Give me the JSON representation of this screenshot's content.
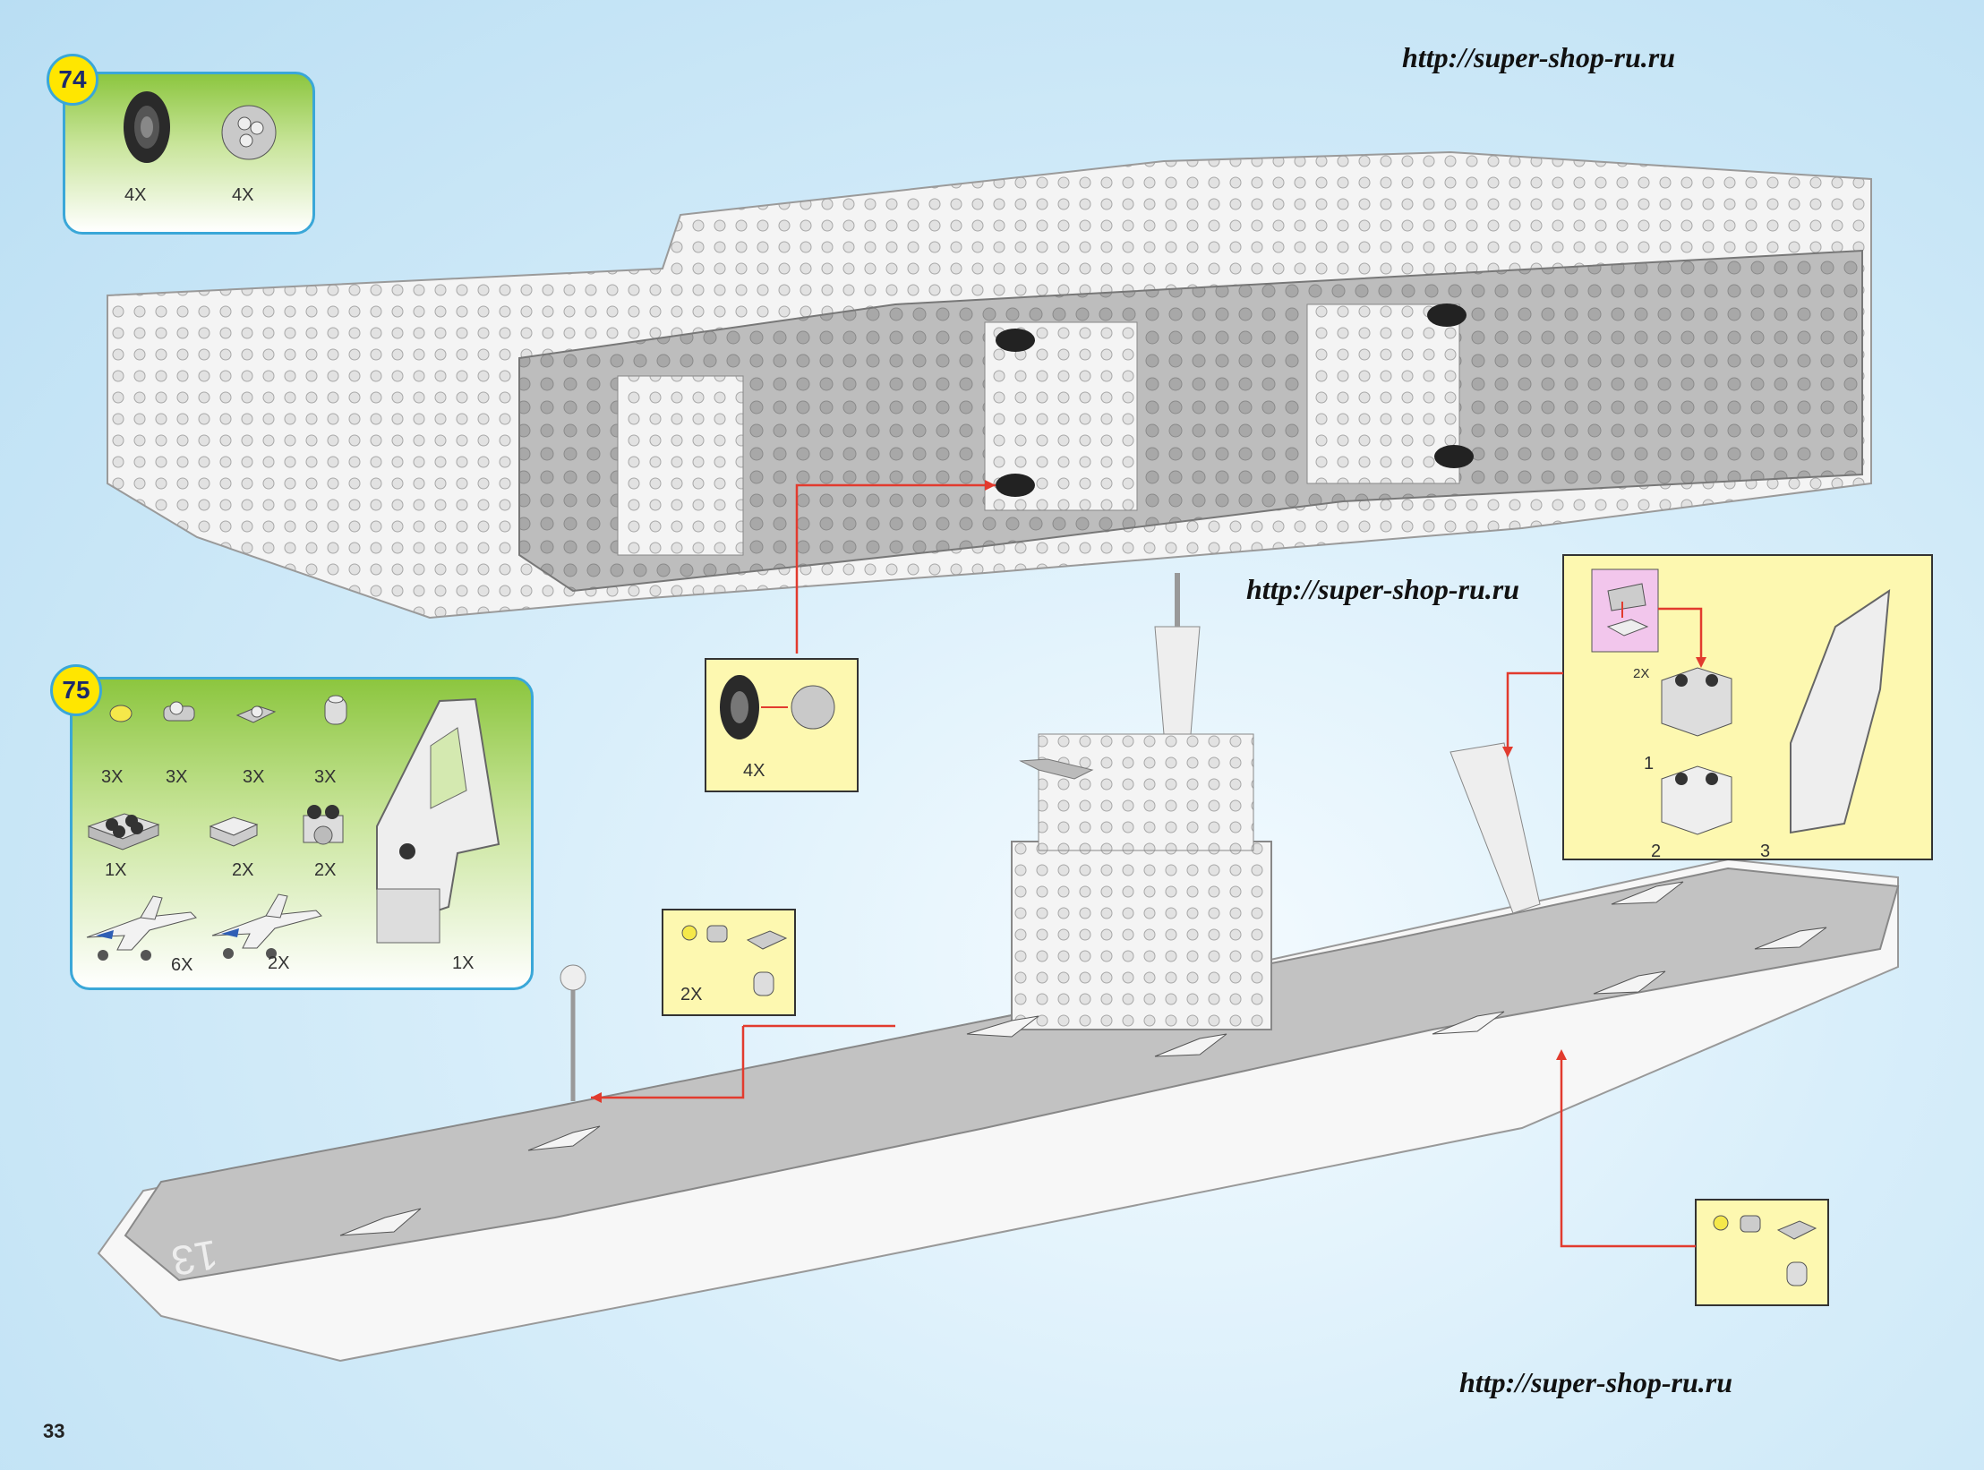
{
  "page_number": "33",
  "watermarks": [
    "http://super-shop-ru.ru",
    "http://super-shop-ru.ru",
    "http://super-shop-ru.ru"
  ],
  "step74": {
    "number": "74",
    "parts": [
      {
        "name": "tire-icon",
        "qty": "4X"
      },
      {
        "name": "wheel-hub-icon",
        "qty": "4X"
      }
    ]
  },
  "step75": {
    "number": "75",
    "parts": [
      {
        "name": "round-plate-icon",
        "qty": "3X"
      },
      {
        "name": "clip-plate-icon",
        "qty": "3X"
      },
      {
        "name": "bracket-plate-icon",
        "qty": "3X"
      },
      {
        "name": "round-brick-icon",
        "qty": "3X"
      },
      {
        "name": "plate-2x2-icon",
        "qty": "1X"
      },
      {
        "name": "tile-icon",
        "qty": "2X"
      },
      {
        "name": "hinge-brick-icon",
        "qty": "2X"
      },
      {
        "name": "fighter-jet-icon",
        "qty": "6X"
      },
      {
        "name": "fighter-jet-alt-icon",
        "qty": "2X"
      },
      {
        "name": "crane-arm-icon",
        "qty": "1X"
      }
    ]
  },
  "callouts": {
    "wheel": {
      "qty": "4X"
    },
    "lamp": {
      "qty": "2X"
    },
    "crane": {
      "sub_qty": "2X",
      "steps": [
        "1",
        "2",
        "3"
      ]
    }
  },
  "colors": {
    "accent_border": "#3aa7d8",
    "step_badge": "#ffe600",
    "arrow": "#e23b2e",
    "callout_bg": "#fdf8b0",
    "hull_gray": "#bdbdbd",
    "brick_white": "#f4f4f4"
  }
}
